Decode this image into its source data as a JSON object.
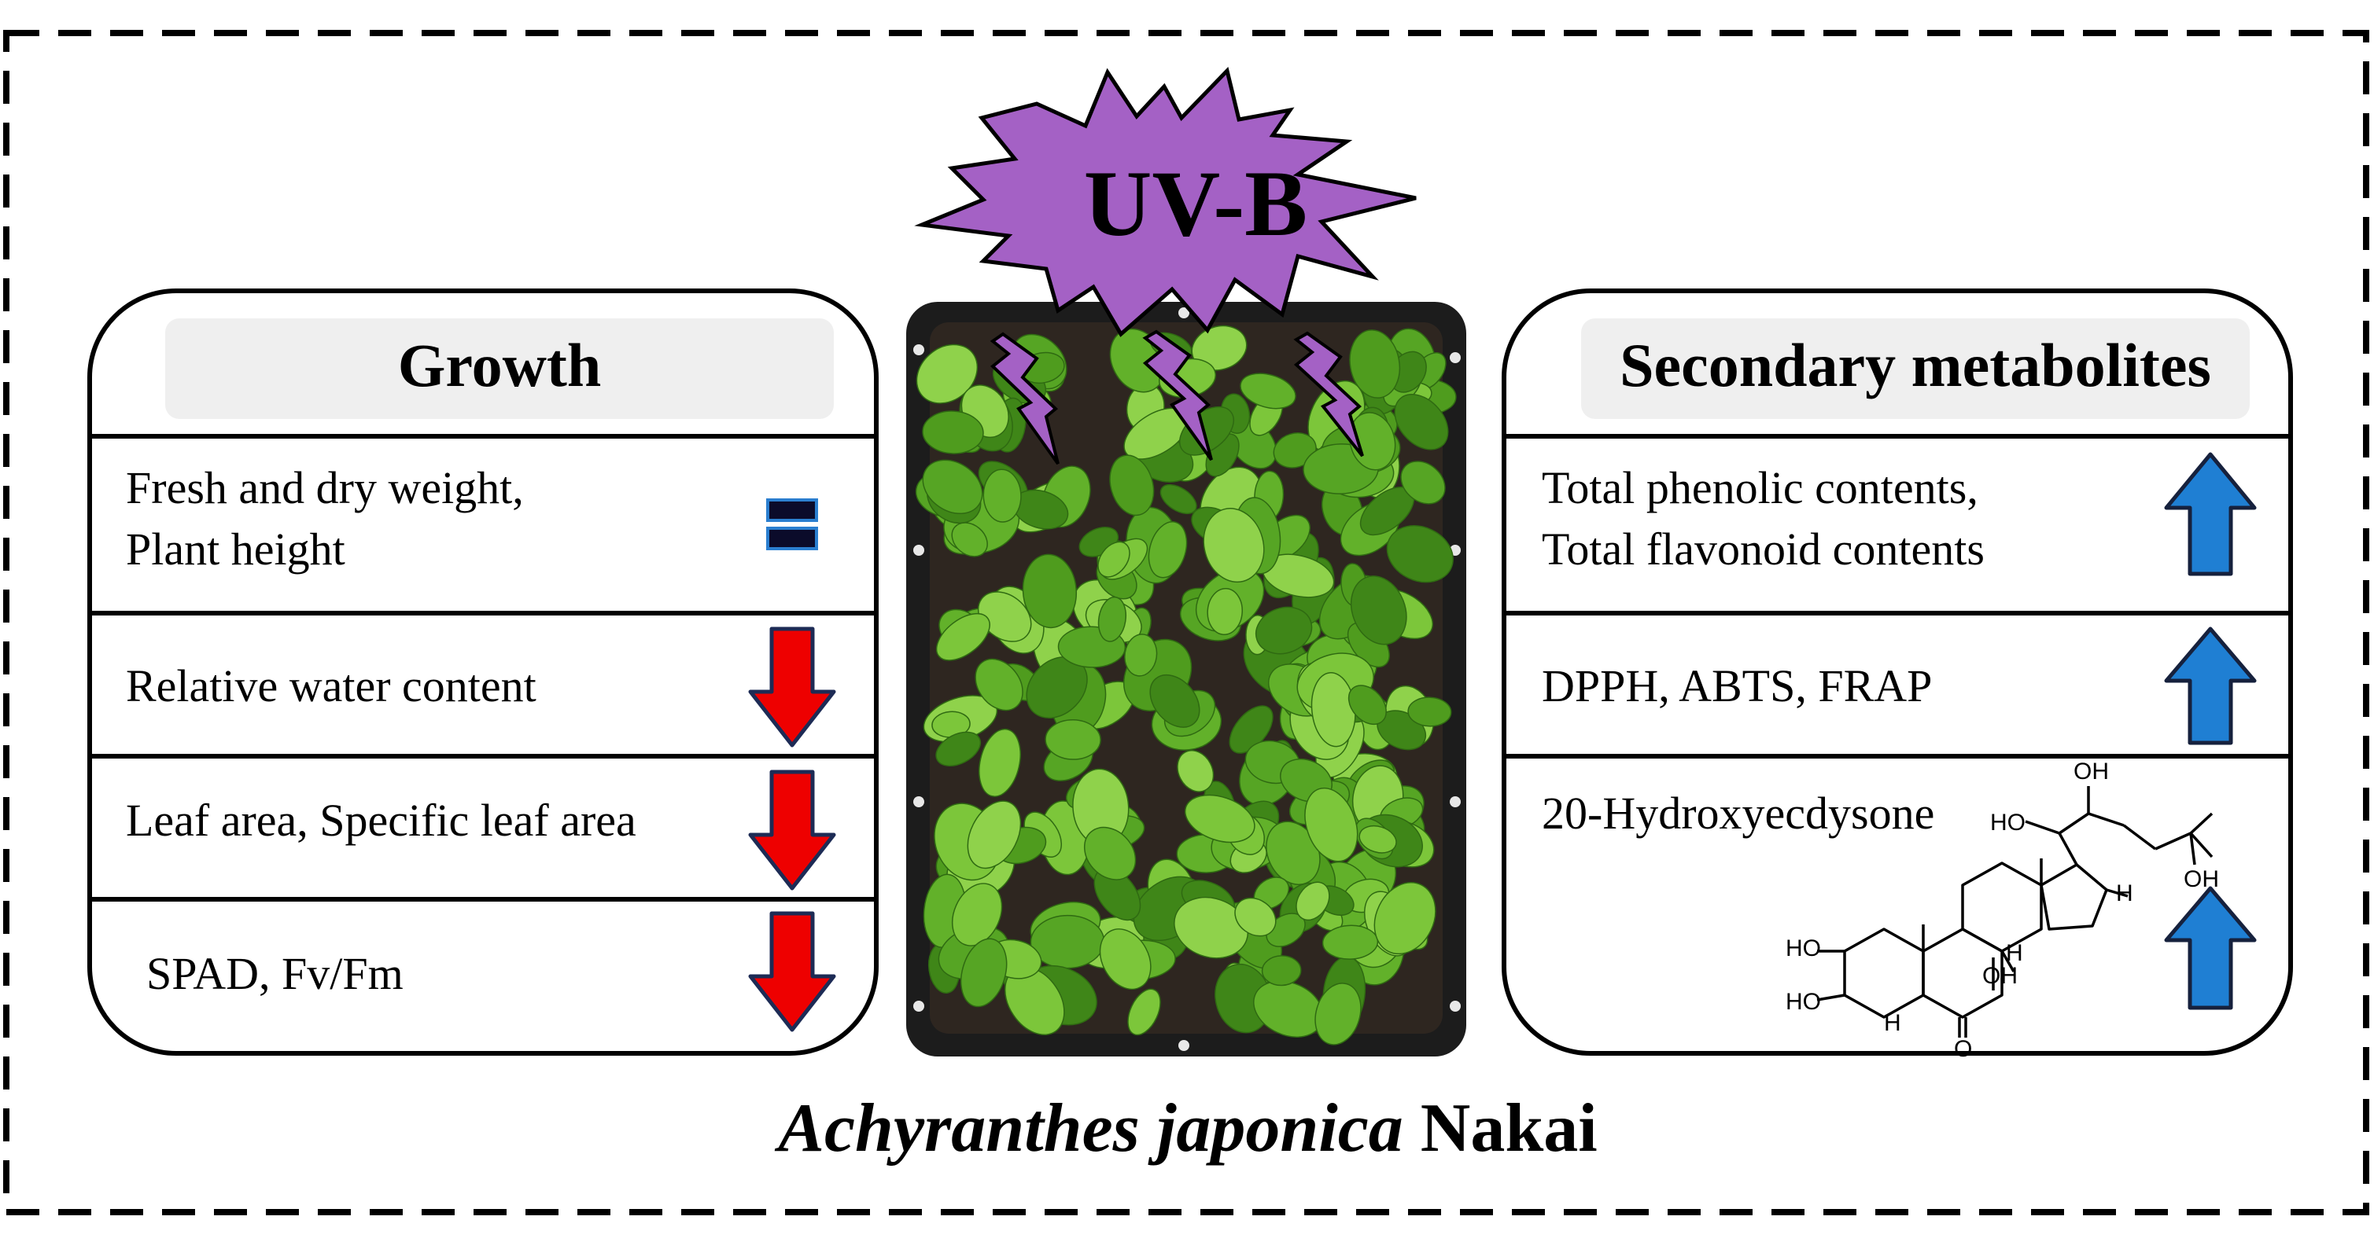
{
  "stressor": {
    "label": "UV-B"
  },
  "colors": {
    "uv_purple": "#a461c5",
    "increase_arrow": "#1f7fd3",
    "decrease_arrow": "#ee0000",
    "header_fill": "#efefef",
    "leaf_green": "#5aa822",
    "tray": "#1c1c1c"
  },
  "growth_panel": {
    "title": "Growth",
    "rows": [
      {
        "lines": [
          "Fresh and dry weight,",
          "Plant height"
        ],
        "indicator": "equal-icon"
      },
      {
        "lines": [
          "Relative water content"
        ],
        "indicator": "down-arrow-icon"
      },
      {
        "lines": [
          "Leaf area, Specific leaf area"
        ],
        "indicator": "down-arrow-icon"
      },
      {
        "lines": [
          "SPAD, Fv/Fm"
        ],
        "indicator": "down-arrow-icon"
      }
    ]
  },
  "metabolites_panel": {
    "title": "Secondary metabolites",
    "rows": [
      {
        "lines": [
          "Total phenolic contents,",
          "Total flavonoid contents"
        ],
        "indicator": "up-arrow-icon"
      },
      {
        "lines": [
          "DPPH, ABTS, FRAP"
        ],
        "indicator": "up-arrow-icon"
      },
      {
        "lines": [
          "20-Hydroxyecdysone"
        ],
        "indicator": "up-arrow-icon"
      }
    ]
  },
  "structure_labels": {
    "oh_top": "OH",
    "ho_side": "HO",
    "oh_right": "OH",
    "ho_a": "HO",
    "ho_b": "HO",
    "h_a": "H",
    "h_b": "H",
    "h_c": "H",
    "oh_mid": "OH",
    "ketone": "O"
  },
  "species": {
    "genus_epithet": "Achyranthes japonica",
    "author": "Nakai"
  }
}
